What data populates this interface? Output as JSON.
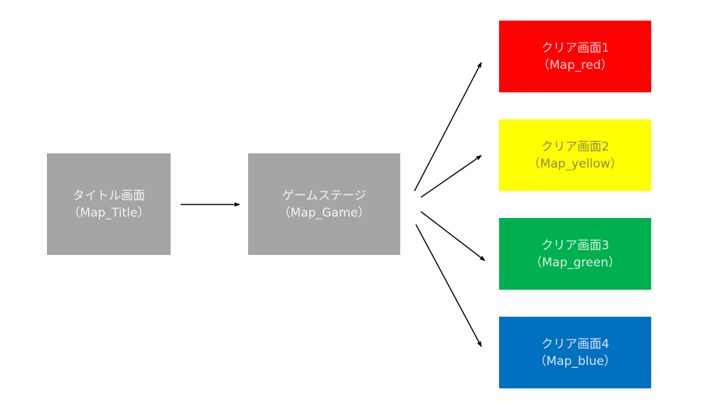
{
  "nodes": {
    "title": {
      "label": "タイトル画面",
      "map": "（Map_Title）"
    },
    "game": {
      "label": "ゲームステージ",
      "map": "（Map_Game）"
    },
    "red": {
      "label": "クリア画面1",
      "map": "（Map_red）",
      "color": "#ff0000"
    },
    "yellow": {
      "label": "クリア画面2",
      "map": "（Map_yellow）",
      "color": "#ffff00"
    },
    "green": {
      "label": "クリア画面3",
      "map": "（Map_green）",
      "color": "#00b050"
    },
    "blue": {
      "label": "クリア画面4",
      "map": "（Map_blue）",
      "color": "#0070c0"
    }
  },
  "edges": [
    {
      "from": "title",
      "to": "game"
    },
    {
      "from": "game",
      "to": "red"
    },
    {
      "from": "game",
      "to": "yellow"
    },
    {
      "from": "game",
      "to": "green"
    },
    {
      "from": "game",
      "to": "blue"
    }
  ]
}
